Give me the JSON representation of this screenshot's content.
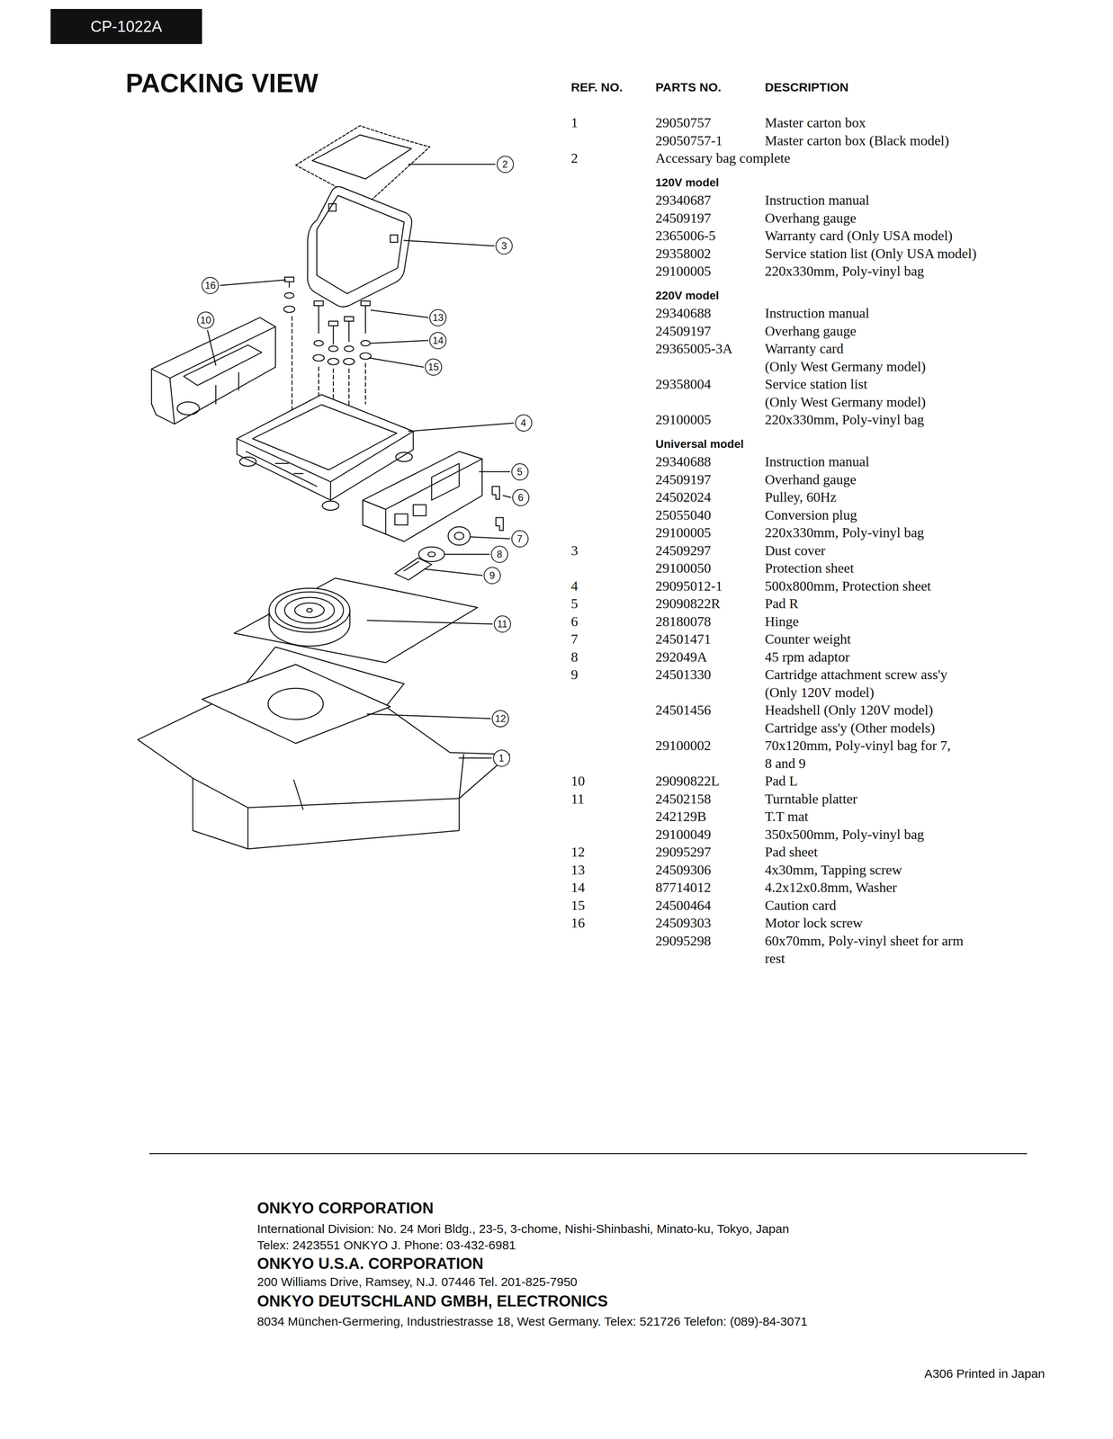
{
  "diagram": {
    "title": "PACKING VIEW",
    "nodes": [
      {
        "text": [
          "CP-1022A"
        ]
      },
      {
        "text": [
          "2"
        ]
      },
      {
        "text": [
          "3"
        ]
      },
      {
        "text": [
          "16"
        ]
      },
      {
        "text": [
          "10"
        ]
      },
      {
        "text": [
          "13"
        ]
      },
      {
        "text": [
          "14"
        ]
      },
      {
        "text": [
          "15"
        ]
      },
      {
        "text": [
          "4"
        ]
      },
      {
        "text": [
          "5"
        ]
      },
      {
        "text": [
          "6"
        ]
      },
      {
        "text": [
          "7"
        ]
      },
      {
        "text": [
          "8"
        ]
      },
      {
        "text": [
          "9"
        ]
      },
      {
        "text": [
          "11"
        ]
      },
      {
        "text": [
          "12"
        ]
      },
      {
        "text": [
          "1"
        ]
      }
    ],
    "labels": [
      "REF. NO.",
      "PARTS NO.",
      "DESCRIPTION",
      "1",
      "29050757",
      "Master carton box",
      "29050757-1",
      "Master carton box (Black model)",
      "2",
      "Accessary bag complete",
      "120V model",
      "29340687",
      "Instruction manual",
      "24509197",
      "Overhang gauge",
      "2365006-5",
      "Warranty card (Only USA model)",
      "29358002",
      "Service station list (Only USA model)",
      "29100005",
      "220x330mm, Poly-vinyl bag",
      "220V model",
      "29340688",
      "Instruction manual",
      "24509197",
      "Overhang gauge",
      "29365005-3A",
      "Warranty card",
      "(Only West Germany model)",
      "29358004",
      "Service station list",
      "(Only West Germany model)",
      "29100005",
      "220x330mm, Poly-vinyl bag",
      "Universal model",
      "29340688",
      "Instruction manual",
      "24509197",
      "Overhand gauge",
      "24502024",
      "Pulley, 60Hz",
      "25055040",
      "Conversion plug",
      "29100005",
      "220x330mm, Poly-vinyl bag",
      "3",
      "24509297",
      "Dust cover",
      "29100050",
      "Protection sheet",
      "4",
      "29095012-1",
      "500x800mm, Protection sheet",
      "5",
      "29090822R",
      "Pad R",
      "6",
      "28180078",
      "Hinge",
      "7",
      "24501471",
      "Counter weight",
      "8",
      "292049A",
      "45 rpm adaptor",
      "9",
      "24501330",
      "Cartridge attachment screw ass'y",
      "(Only 120V model)",
      "24501456",
      "Headshell (Only 120V model)",
      "Cartridge ass'y (Other models)",
      "29100002",
      "70x120mm, Poly-vinyl bag for 7, 8 and 9",
      "10",
      "29090822L",
      "Pad L",
      "11",
      "24502158",
      "Turntable platter",
      "242129B",
      "T.T mat",
      "29100049",
      "350x500mm, Poly-vinyl bag",
      "12",
      "29095297",
      "Pad sheet",
      "13",
      "24509306",
      "4x30mm, Tapping screw",
      "14",
      "87714012",
      "4.2x12x0.8mm, Washer",
      "15",
      "24500464",
      "Caution card",
      "16",
      "24509303",
      "Motor lock screw",
      "29095298",
      "60x70mm, Poly-vinyl sheet for arm rest",
      "ONKYO CORPORATION",
      "International Division: No. 24 Mori Bldg., 23-5, 3-chome, Nishi-Shinbashi, Minato-ku, Tokyo, Japan",
      "Telex: 2423551 ONKYO J. Phone: 03-432-6981",
      "ONKYO U.S.A. CORPORATION",
      "200 Williams Drive, Ramsey, N.J. 07446 Tel. 201-825-7950",
      "ONKYO DEUTSCHLAND GMBH, ELECTRONICS",
      "8034 München-Germering, Industriestrasse 18, West Germany. Telex: 521726 Telefon: (089)-84-3071",
      "A306 Printed in Japan"
    ]
  }
}
